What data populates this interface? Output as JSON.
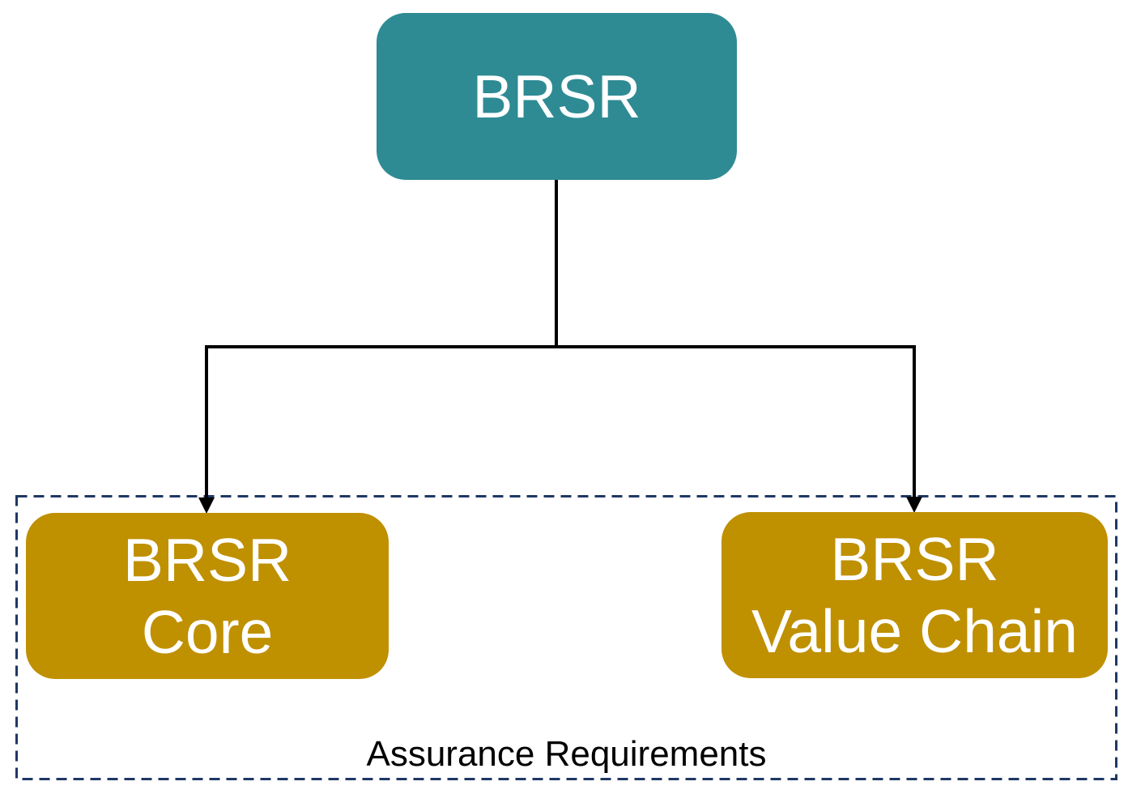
{
  "diagram": {
    "type": "flowchart",
    "root": {
      "id": "brsr",
      "label": "BRSR"
    },
    "children": [
      {
        "id": "brsr-core",
        "lines": [
          "BRSR",
          "Core"
        ]
      },
      {
        "id": "brsr-value-chain",
        "lines": [
          "BRSR",
          "Value Chain"
        ]
      }
    ],
    "group": {
      "label": "Assurance Requirements",
      "contains": [
        "brsr-core",
        "brsr-value-chain"
      ]
    },
    "edges": [
      {
        "from": "brsr",
        "to": "brsr-core",
        "style": "elbow-arrow"
      },
      {
        "from": "brsr",
        "to": "brsr-value-chain",
        "style": "elbow-arrow"
      }
    ]
  },
  "colors": {
    "background": "#FFFFFF",
    "root-fill": "#2E8B94",
    "child-fill": "#BF9000",
    "node-text": "#FFFFFF",
    "connector": "#000000",
    "group-border": "#1F3864",
    "group-label-text": "#000000"
  }
}
